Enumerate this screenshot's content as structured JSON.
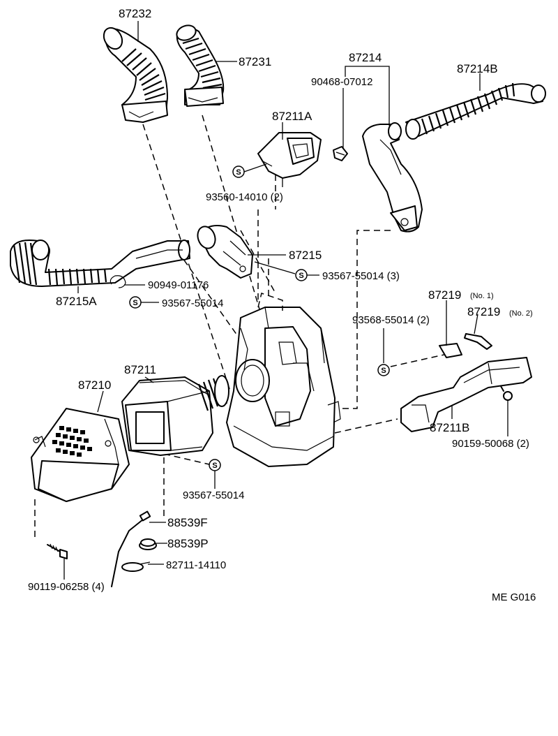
{
  "labels": {
    "p87232": "87232",
    "p87231": "87231",
    "p87214": "87214",
    "p87214b": "87214B",
    "p90468": "90468-07012",
    "p87211a": "87211A",
    "p93560": "93560-14010 (2)",
    "p87215": "87215",
    "p93567_3": "93567-55014 (3)",
    "p87215a": "87215A",
    "p90949": "90949-01176",
    "p93567_a": "93567-55014",
    "p87219_1": "87219",
    "p87219_1_note": "(No. 1)",
    "p87219_2": "87219",
    "p87219_2_note": "(No. 2)",
    "p93568": "93568-55014 (2)",
    "p87211": "87211",
    "p87210": "87210",
    "p87211b": "87211B",
    "p90159": "90159-50068 (2)",
    "p93567_b": "93567-55014",
    "p88539f": "88539F",
    "p88539p": "88539P",
    "p82711": "82711-14110",
    "p90119": "90119-06258 (4)",
    "code": "ME  G016"
  },
  "symbols": {
    "seal": "S"
  }
}
